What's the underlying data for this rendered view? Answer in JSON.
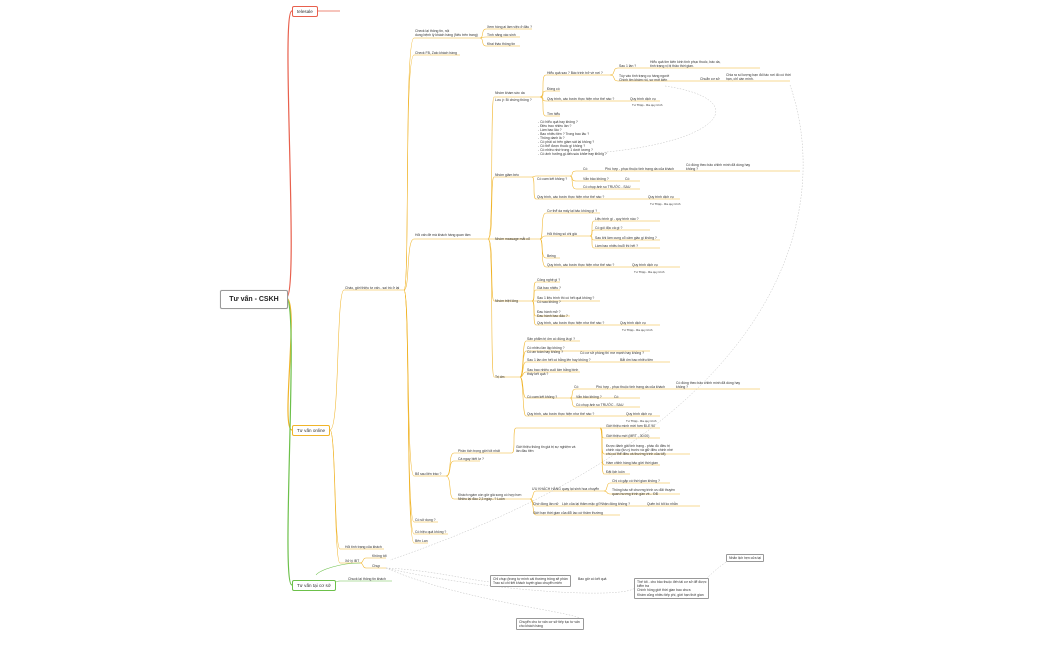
{
  "root": "Tư vấn - CSKH",
  "colors": {
    "telesale": "#e8604d",
    "online": "#f0b429",
    "cs": "#6cc04a",
    "trace": "#bfbfbf"
  },
  "branches": {
    "telesale": "telesale",
    "online": "Tư vấn online",
    "cs": "Tư vấn tại cơ sở"
  },
  "nodes": {
    "n01": "Check lại thông tin, nội\ndung bệnh lý khách hàng (Nếu trên trang)",
    "n02": "Xem hồng ai làm việc ở đâu ?",
    "n03": "Tính năng xác sinh",
    "n04": "Khai thác thông tin",
    "n05": "Check FB, Zalo khách hàng",
    "n06": "Nhóm khám sức da",
    "n07": "Lưu ý: Bí chứng thông ?",
    "n08": "Hiểu quả sao ? Bác trình trở về nơi ?",
    "n09": "Sau 1 lần ?",
    "n10": "Hiểu quả tim kiến kinh tính phục thuốc, bác da, tình trạng vị bị thảo thời gian.",
    "n11": "Tùy vào tình trạng cụ hàng người\nChính tim khám rồi, sư mới kiến",
    "n12": "Chuẩn cơ sở",
    "n13": "Chia ra số lượng bạn đối tác nơi đó có thời hạn, chỉ cần mình.",
    "n14": "Đồng có",
    "n15": "Quy trình, các bước thực hiện như thế nào ?",
    "n16": "Quy trình dịch vụ",
    "n17": "Tư Thập - Ra quy trình",
    "n18": "Tìm hiểu",
    "n19": "- Có hiểu quả hay không ?\n- Điều trao nhiều lần ?\n- Làm bao lâu ?\n- Bao nhiêu tiền ? Trong bao lâu ?\n- Thông danh là ?\n- Có phải có trên giám sát lại không ?\n- Có thể được thuốc gì không ?\n- Có nhiều nhớ trong 1 dưới lương ?\n- Có ảnh hưởng gì đến sức khỏe hay không ?",
    "n20": "Nhóm giảm béo",
    "n21": "Có",
    "n22": "Phù hợp - phục thuộc tình trạng da của khách",
    "n23": "Có đúng theo bảo chỉnh mình đã dùng hay không ?",
    "n24": "Có cam kết không ?",
    "n25": "Vẫn bảo không ?",
    "n26": "Có",
    "n27": "Có chụp ảnh so TRƯỚC - SAU",
    "n28": "Quy trình, các bước thực hiện như thế nào ?",
    "n29": "Quy trình dịch vụ",
    "n30": "Tư Thập - Ra quy trình",
    "n31": "Cơ thể da mấy lại bảo không gì ?",
    "n32": "Nhóm massage mắt cổ",
    "n33": "Liệu trình gì - quy trình nào ?",
    "n34": "Hỏi thông số chi giá",
    "n35": "Có gói độc cả gì ?",
    "n36": "Sau khi làm cung cổ cảm giác gì không ?",
    "n37": "Làm bao nhiêu buổi thì hết ?",
    "n38": "Being",
    "n39": "Quy trình, các bước thực hiện như thế nào ?",
    "n40": "Quy trình dịch vụ",
    "n41": "Tư Thập - Ra quy trình",
    "n42": "Công nghệ gì ?",
    "n43": "Giá bao nhiêu ?",
    "n44": "Sau 1 liệu trình thì có hết quả không ?\nCó sau không ?",
    "n45": "Nhóm triệt lông",
    "n46": "Đau hành mở ?\nĐau hành bao đấu ?",
    "n47": "Quy trình, các bước thực hiện như thế nào ?",
    "n48": "Quy trình dịch vụ",
    "n49": "Tư Thập - Ra quy trình",
    "n50": "Hỏi vấn đề mà khách hàng quan tâm",
    "n51": "Chào, giới thiệu tư vấn - sai trò ở lại",
    "n52": "Sản phẩm trị ốm có đúng là gì ?",
    "n53": "Có nhiều lần lập không ?\nCó an toàn hay không ?",
    "n54": "Có cơ sở phòng thì mơ mạnh hay không ?",
    "n55": "Sau 1 lần ốm hết có bằng lên hay không ?",
    "n56": "Bắt ốm bao nhiêu tiền",
    "n57": "Trị ốm",
    "n58": "Sau bao nhiêu cuối kim bằng bình thấy kết quả ?",
    "n59": "Có",
    "n60": "Phù hợp - phục thuộc tình trạng da của khách",
    "n61": "Có đúng theo bảo chỉnh mình đã dùng hay không ?",
    "n62": "Có cam kết không ?",
    "n63": "Vẫn bảo không ?",
    "n64": "Có",
    "n65": "Có chụp ảnh so TRƯỚC - SAU",
    "n66": "Quy trình, các bước thực hiện như thế nào ?",
    "n67": "Quy trình dịch vụ",
    "n68": "Tư Thập - Ra quy trình",
    "n69": "Giới thiệu mình mới hơn ĐLE 90",
    "n70": "Giới thiệu mới (MRT - 30.00)",
    "n71": "Phân tích trọng giới tốt nhất",
    "n72": "Giới thiệu thông tin giá trị sự nghiệm và lần đầu tiên",
    "n73": "Được đánh giá tình trạng - phác đồ điều trị\nchính xác (lưu ý trước và giữ điều chính nhé\nchú có thể điều và thường trình của tốt)",
    "n74": "Cà ngay biết lư ?",
    "n75": "Hàm chỉnh hàng bảo giới thời gian",
    "n76": "Đặt lịch luôn",
    "n77": "Bổ sau liên trào ?",
    "n78": "Chị có gặp có thời gian không ?",
    "n79": "Khách ngàm còn giờ giá song có hợp hơn\nNhiều lại đầu 2,3 ngày...? Luôn",
    "n80": "ƯU KHÁCH HÀNG quay lại sinh hoa chuyển",
    "n81": "Thông báo sẽ chương trình ưu đãi thuyền\nquan hương trình gần về... ĐĐ",
    "n82": "Chờ đồng lân nữ",
    "n83": "Lịch của lại thăm mặc gì?Nhận đóng không ?",
    "n84": "Quên bố tốt ko nhằn",
    "n85": "Giới hạn thời gian của đổi lao cứ thâm thường",
    "n86": "Có sử dụng ?",
    "n87": "Có hiệu quả không ?",
    "n88": "Bên Lan",
    "n89": "Hỏi tình trạng của khách",
    "n90": "Xử lý IBT",
    "n91": "Không tốt",
    "n92": "Chụp",
    "n93": "Chuck lại thông tin khách",
    "c1": "Chỉ chụp (trong tự mình cài thường trông sẽ phần\nTrao số chi tiết khách tuyến giao chuyển miến",
    "c1b": "Bao giờ có kết quả",
    "c2": "Nhắn lịch hẹn cửa tại",
    "c3": "Thế tốt - cho bảo thuộc đến tài cơ sở để được\nkiểm tra\nChính hông giới thời gian bao chưa\nKhám cũng nhiều tiếp phí, giới hạn thời gian",
    "c4": "Chuyển cho tư vấn cơ sở tiếp tục tư vấn cho\nkhách hàng"
  }
}
